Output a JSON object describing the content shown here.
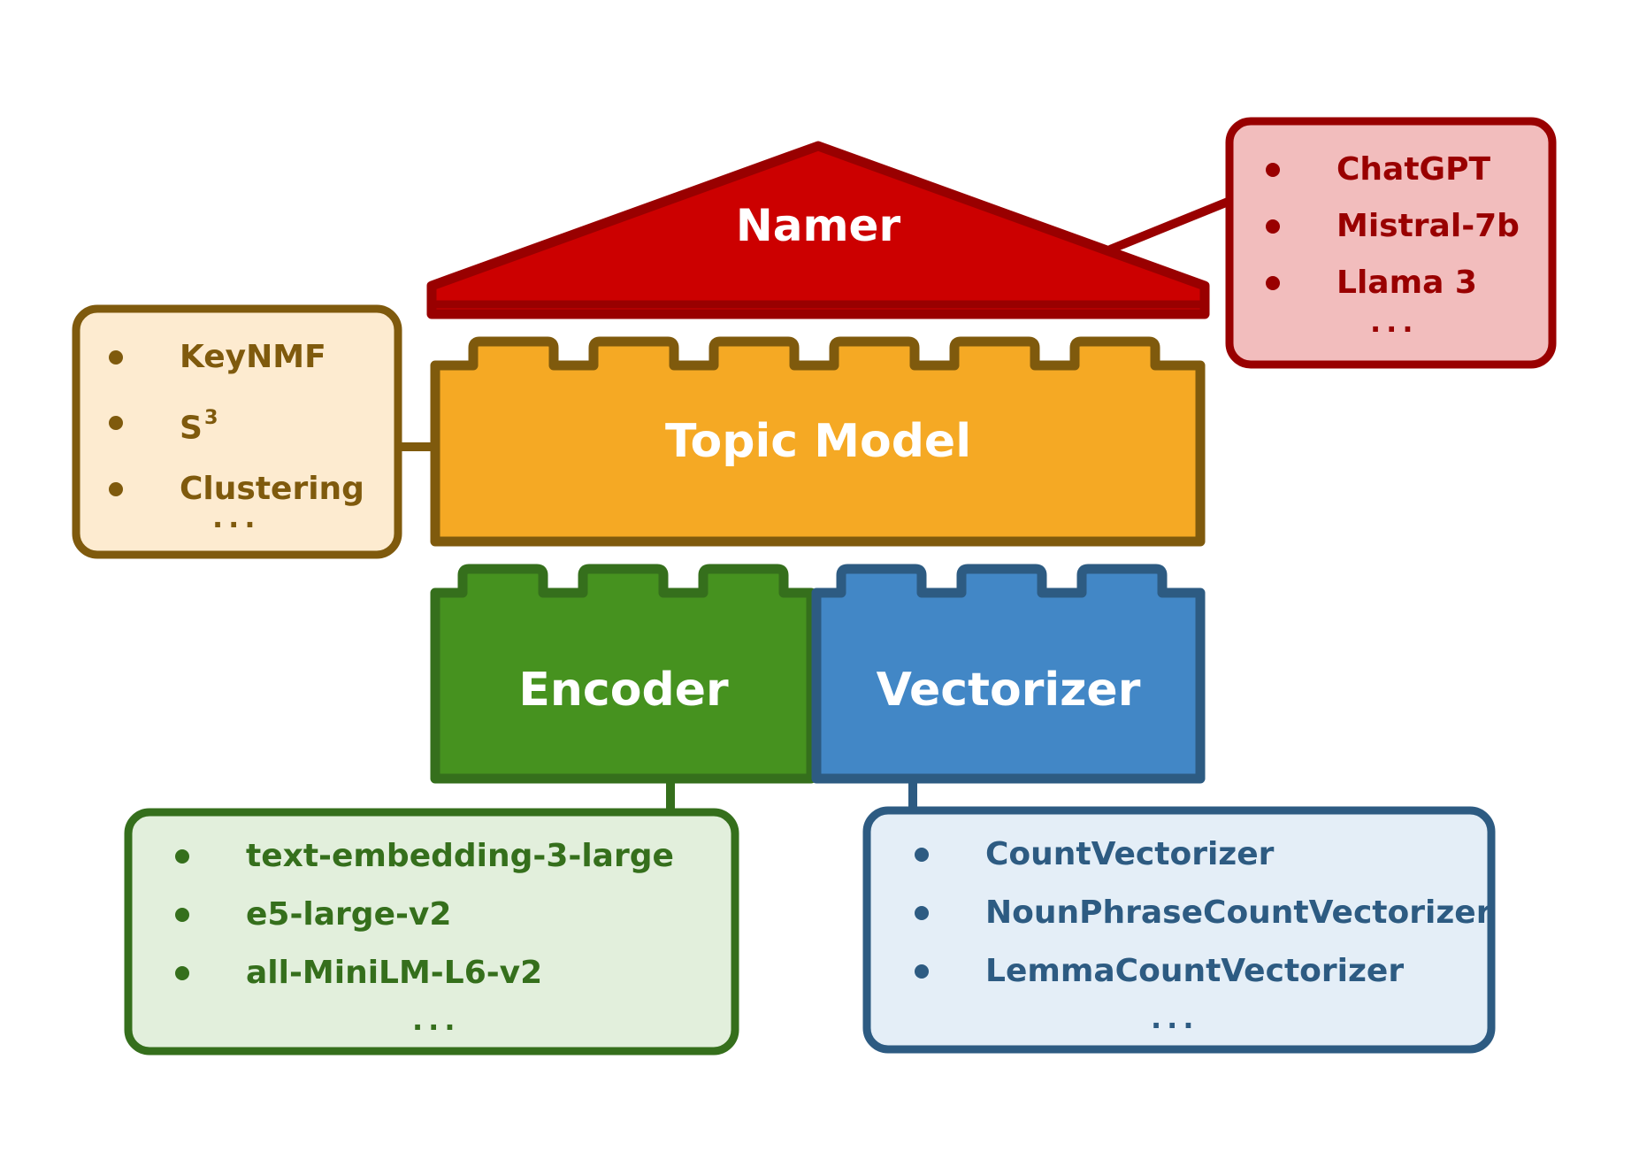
{
  "blocks": {
    "namer": "Namer",
    "topic_model": "Topic Model",
    "encoder": "Encoder",
    "vectorizer": "Vectorizer"
  },
  "namer_options": {
    "items": [
      "ChatGPT",
      "Mistral-7b",
      "Llama 3"
    ],
    "more": "..."
  },
  "topic_model_options": {
    "item_1": "KeyNMF",
    "item_2_base": "S",
    "item_2_sup": "3",
    "item_3": "Clustering",
    "more": "..."
  },
  "encoder_options": {
    "items": [
      "text-embedding-3-large",
      "e5-large-v2",
      "all-MiniLM-L6-v2"
    ],
    "more": "..."
  },
  "vectorizer_options": {
    "items": [
      "CountVectorizer",
      "NounPhraseCountVectorizer",
      "LemmaCountVectorizer"
    ],
    "more": "..."
  },
  "colors": {
    "namer_fill": "#cc0000",
    "namer_stroke": "#990000",
    "namer_box_fill": "#f2bdbd",
    "namer_text": "#990000",
    "topic_fill": "#f5a924",
    "topic_stroke": "#7f5a0d",
    "topic_box_fill": "#fdebd0",
    "topic_text": "#7f5a0d",
    "encoder_fill": "#46921f",
    "encoder_stroke": "#356f1c",
    "encoder_box_fill": "#e2efdc",
    "encoder_text": "#356f1c",
    "vectorizer_fill": "#4287c6",
    "vectorizer_stroke": "#2d5b82",
    "vectorizer_box_fill": "#e4eef7",
    "vectorizer_text": "#2d5b82"
  }
}
